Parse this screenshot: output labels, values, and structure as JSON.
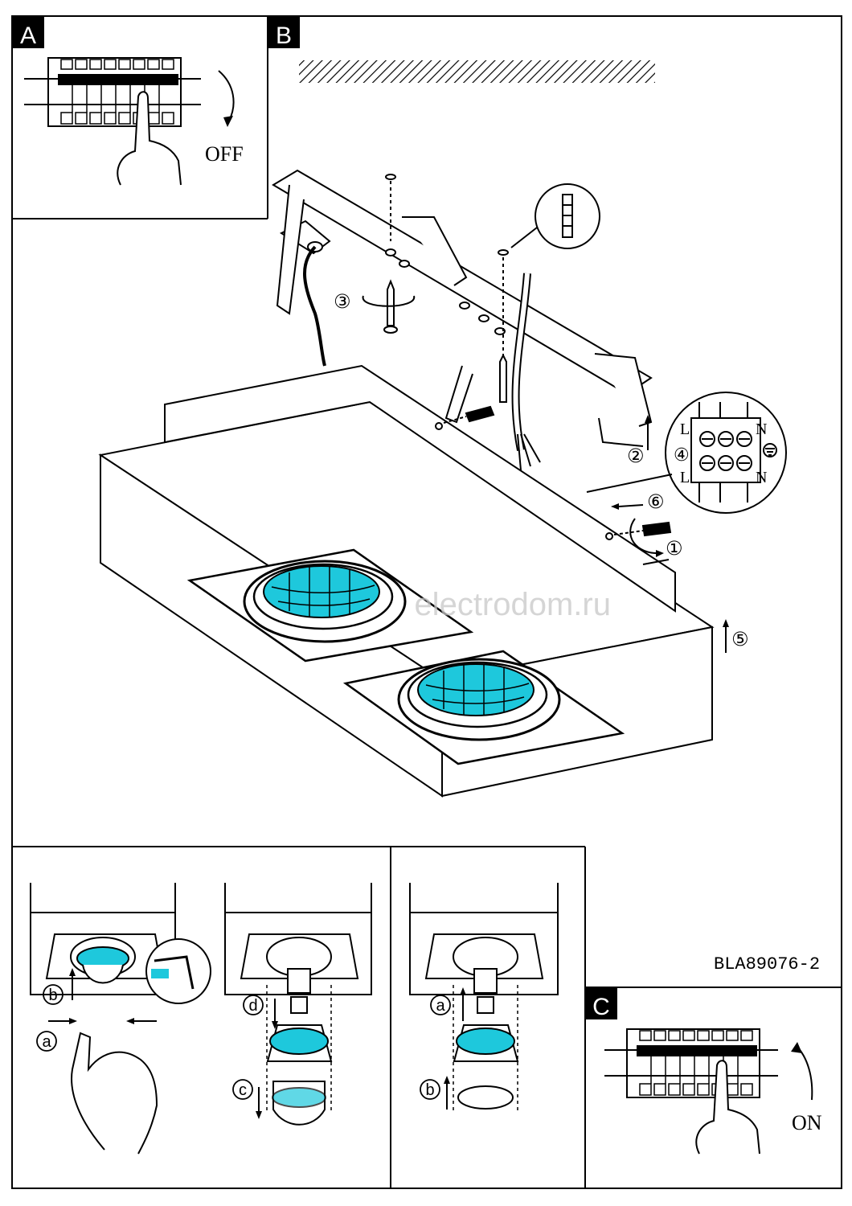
{
  "panels": {
    "A": {
      "letter": "A",
      "switch_label": "OFF"
    },
    "B": {
      "letter": "B"
    },
    "C": {
      "letter": "C",
      "switch_label": "ON"
    }
  },
  "steps": {
    "s1": "①",
    "s2": "②",
    "s3": "③",
    "s4": "④",
    "s5": "⑤",
    "s6": "⑥"
  },
  "wiring": {
    "L": "L",
    "N": "N"
  },
  "model_code": "BLA89076-2",
  "watermark": "electrodom.ru",
  "sub_steps": {
    "a": "a",
    "b": "b",
    "c": "c",
    "d": "d"
  },
  "colors": {
    "bulb": "#1ec8dc",
    "ink": "#000000",
    "paper": "#ffffff",
    "watermark": "#c8c8c8"
  }
}
